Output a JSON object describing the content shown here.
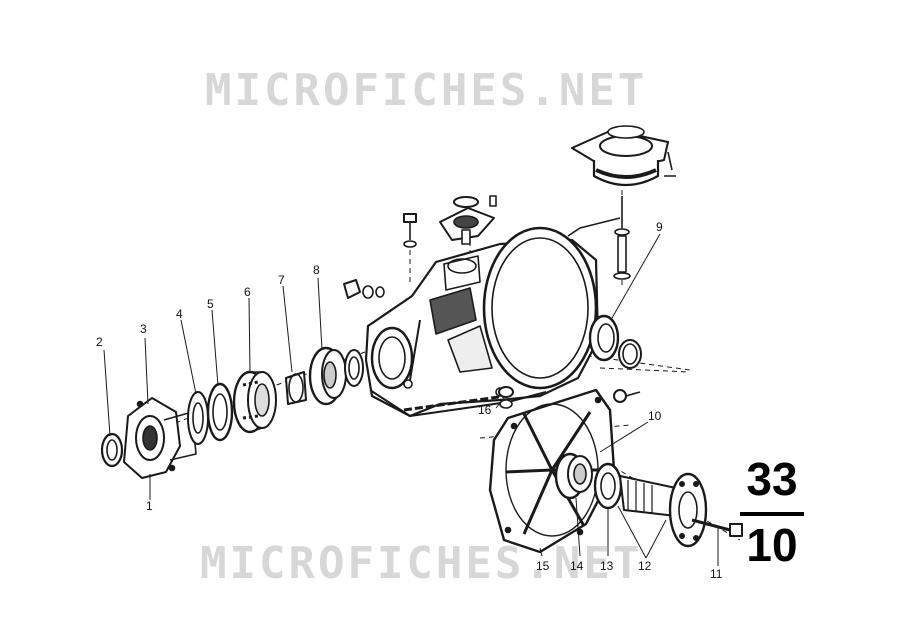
{
  "watermark": {
    "top": "MICROFICHES.NET",
    "bottom": "MICROFICHES.NET"
  },
  "group_number": {
    "main": "33",
    "sub": "10"
  },
  "callouts": {
    "c1": "1",
    "c2": "2",
    "c3": "3",
    "c4": "4",
    "c5": "5",
    "c6": "6",
    "c7": "7",
    "c8": "8",
    "c9": "9",
    "c10": "10",
    "c11": "11",
    "c12": "12",
    "c13": "13",
    "c14": "14",
    "c15": "15",
    "c16": "16"
  },
  "colors": {
    "ink": "#1a1a1a",
    "watermark": "#d7d7d7",
    "paper": "#ffffff"
  }
}
